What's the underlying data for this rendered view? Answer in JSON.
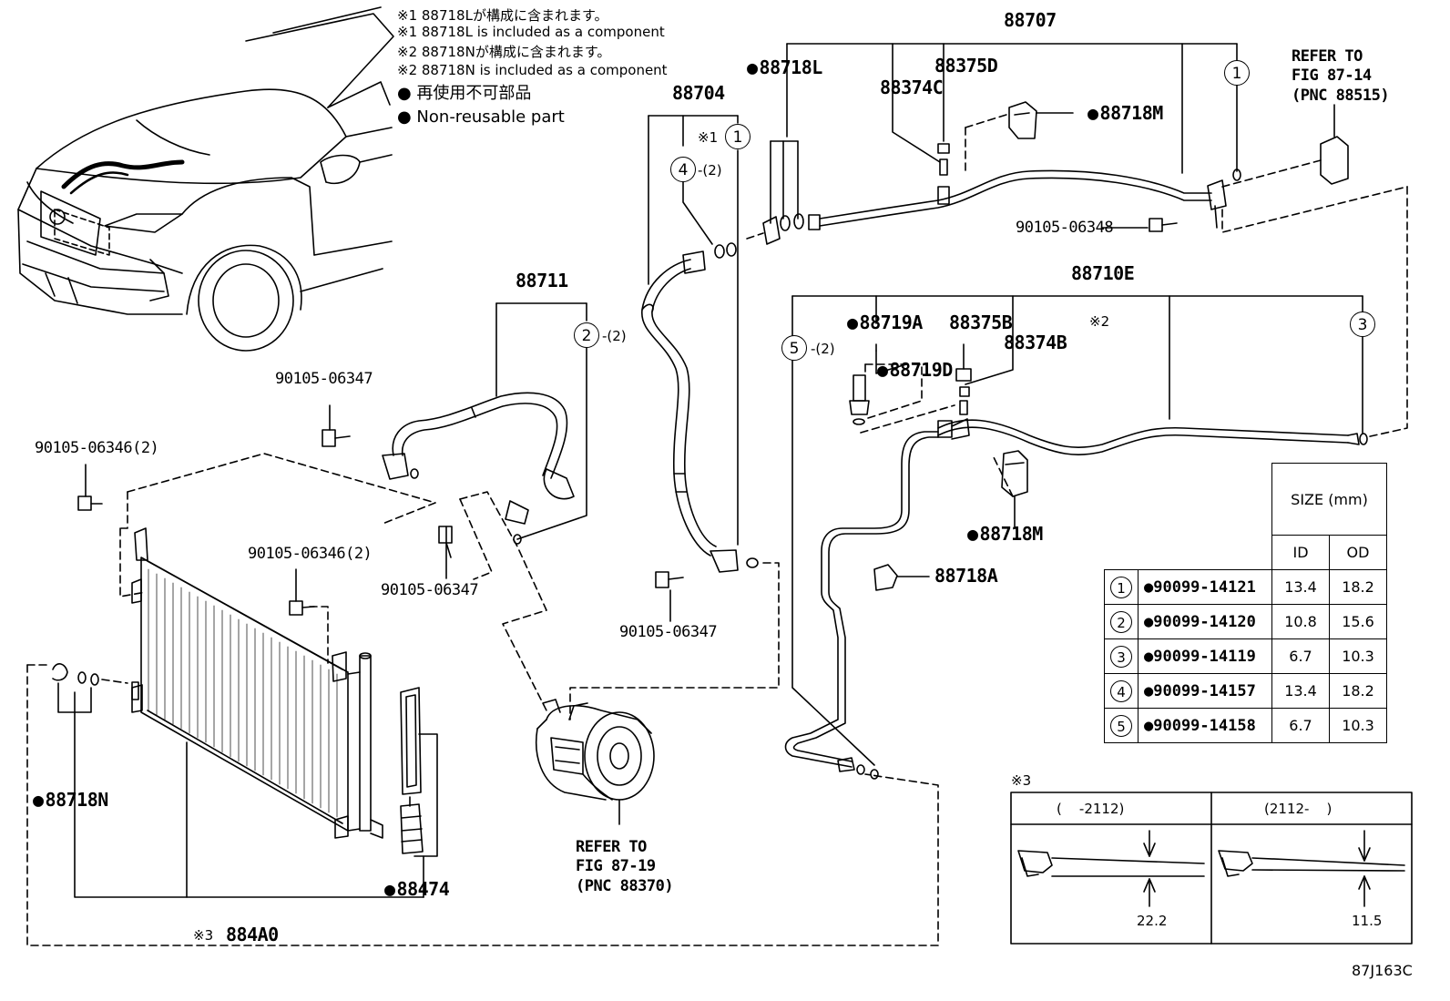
{
  "notes": {
    "note1_jp": "※1 88718Lが構成に含まれます。",
    "note1_en": "※1 88718L is included as a component",
    "note2_jp": "※2 88718Nが構成に含まれます。",
    "note2_en": "※2 88718N is included as a component",
    "nonreusable_jp": "● 再使用不可部品",
    "nonreusable_en": "● Non-reusable part"
  },
  "labels": {
    "p88707": "88707",
    "p88718L": "88718L",
    "p88375D": "88375D",
    "p88374C": "88374C",
    "p88718M_top": "88718M",
    "refer_88515": "REFER TO\nFIG 87-14\n(PNC 88515)",
    "p90105_06348": "90105-06348",
    "p88704": "88704",
    "mark1": "※1",
    "p88711": "88711",
    "p88710E": "88710E",
    "mark2": "※2",
    "p88719A": "88719A",
    "p88375B": "88375B",
    "p88374B": "88374B",
    "p88719D": "88719D",
    "p88718M_mid": "88718M",
    "p88718A": "88718A",
    "p90105_06347_a": "90105-06347",
    "p90105_06346_a": "90105-06346(2)",
    "p90105_06346_b": "90105-06346(2)",
    "p90105_06347_b": "90105-06347",
    "p90105_06347_c": "90105-06347",
    "p88718N": "88718N",
    "p88474": "88474",
    "p884A0": "884A0",
    "mark3": "※3",
    "refer_88370": "REFER TO\nFIG 87-19\n(PNC 88370)",
    "fig_code": "87J163C"
  },
  "callouts": {
    "c1_top": "1",
    "c1_mid": "1",
    "c4": "4",
    "c4_qty": "-(2)",
    "c2": "2",
    "c2_qty": "-(2)",
    "c5": "5",
    "c5_qty": "-(2)",
    "c3": "3"
  },
  "table": {
    "title": "SIZE (mm)",
    "col_id": "ID",
    "col_od": "OD",
    "rows": [
      {
        "num": "1",
        "part": "●90099-14121",
        "id": "13.4",
        "od": "18.2"
      },
      {
        "num": "2",
        "part": "●90099-14120",
        "id": "10.8",
        "od": "15.6"
      },
      {
        "num": "3",
        "part": "●90099-14119",
        "id": "6.7",
        "od": "10.3"
      },
      {
        "num": "4",
        "part": "●90099-14157",
        "id": "13.4",
        "od": "18.2"
      },
      {
        "num": "5",
        "part": "●90099-14158",
        "id": "6.7",
        "od": "10.3"
      }
    ]
  },
  "detail": {
    "mark": "※3",
    "left_range": "(    -2112)",
    "right_range": "(2112-    )",
    "left_dim": "22.2",
    "right_dim": "11.5"
  }
}
